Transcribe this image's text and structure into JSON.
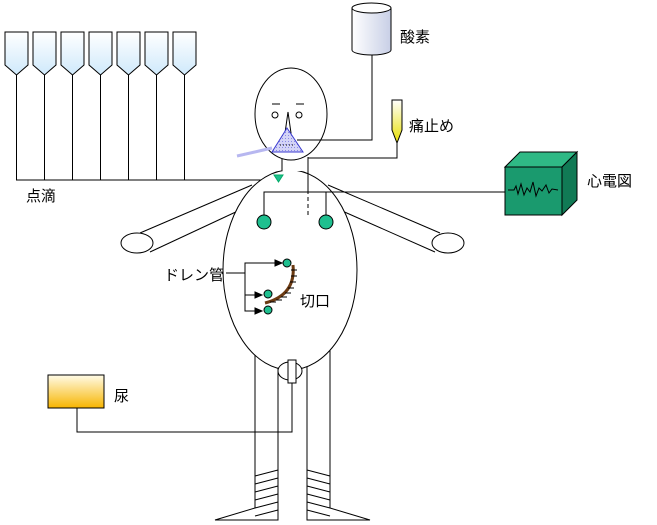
{
  "labels": {
    "iv_drip": "点滴",
    "oxygen": "酸素",
    "painkiller": "痛止め",
    "ecg": "心電図",
    "drain_tube": "ドレン管",
    "incision": "切口",
    "urine": "尿"
  },
  "colors": {
    "iv_bag_fill": "#cfe9fb",
    "ecg_monitor": "#1a9a6e",
    "electrode": "#1fbf8f",
    "incision": "#6b3a12",
    "urine_bag": "#f7b500",
    "mask": "#6f6fe0",
    "syringe": "#e8e000"
  },
  "iv_bag_count": 7
}
